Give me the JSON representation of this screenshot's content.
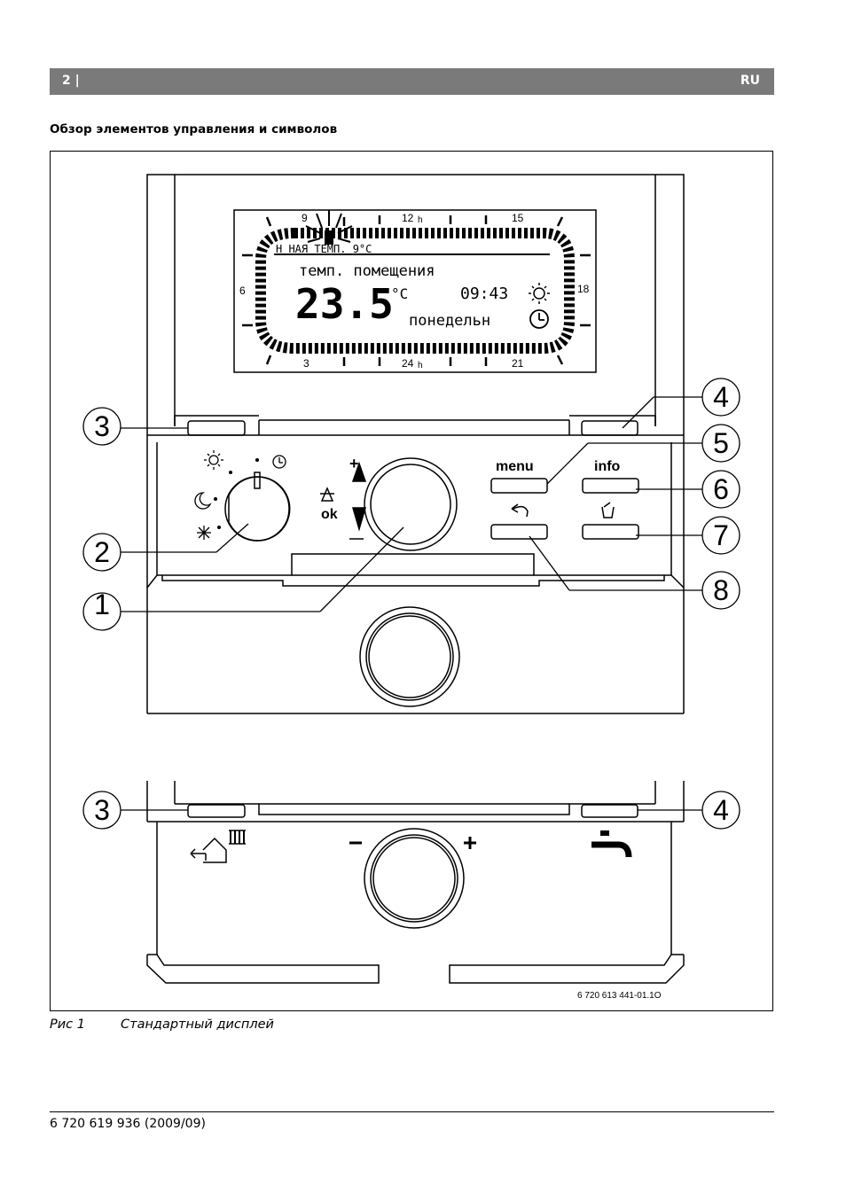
{
  "header": {
    "page_number": "2 |",
    "language": "RU"
  },
  "section_title": "Обзор элементов управления и символов",
  "display": {
    "line1": "Н  НАЯ ТЕМП. 9°C",
    "line2": "темп. помещения",
    "temperature": "23.5",
    "temp_unit": "°C",
    "time": "09:43",
    "day": "понедельн",
    "dial_hours": [
      "9",
      "12",
      "15",
      "6",
      "18",
      "3",
      "24",
      "21"
    ],
    "hour_suffix": "h"
  },
  "buttons": {
    "menu": "menu",
    "info": "info",
    "ok": "ok",
    "plus": "+",
    "minus": "–"
  },
  "callouts": [
    "1",
    "2",
    "3",
    "4",
    "5",
    "6",
    "7",
    "8"
  ],
  "figure_code": "6 720 613 441-01.1O",
  "caption": {
    "label": "Рис 1",
    "text": "Стандартный дисплей"
  },
  "footer": {
    "doc_code": "6 720 619 936 (2009/09)"
  },
  "icons": [
    "sun-icon",
    "moon-icon",
    "snowflake-icon",
    "clock-icon",
    "cup-icon",
    "back-arrow-icon",
    "heating-icon",
    "hot-water-tap-icon"
  ]
}
